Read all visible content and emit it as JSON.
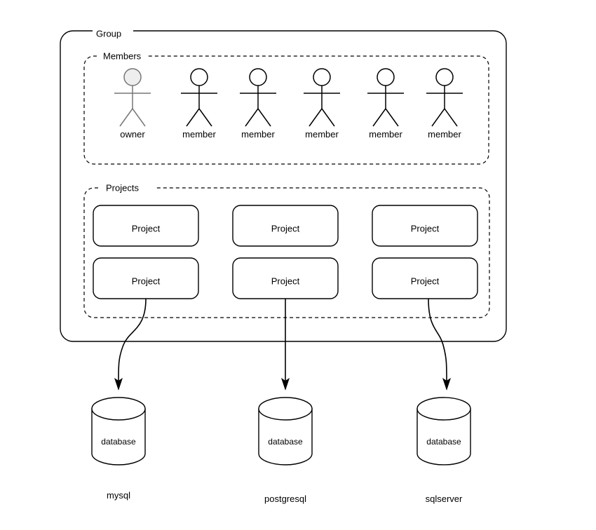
{
  "diagram": {
    "title": "Group",
    "group": {
      "label": "Group"
    },
    "members_section": {
      "label": "Members",
      "figures": [
        {
          "label": "owner",
          "role": "owner",
          "color": "#777777",
          "head_fill": "#eeeeee"
        },
        {
          "label": "member",
          "role": "member",
          "color": "#000000",
          "head_fill": "#ffffff"
        },
        {
          "label": "member",
          "role": "member",
          "color": "#000000",
          "head_fill": "#ffffff"
        },
        {
          "label": "member",
          "role": "member",
          "color": "#000000",
          "head_fill": "#ffffff"
        },
        {
          "label": "member",
          "role": "member",
          "color": "#000000",
          "head_fill": "#ffffff"
        },
        {
          "label": "member",
          "role": "member",
          "color": "#000000",
          "head_fill": "#ffffff"
        }
      ]
    },
    "projects_section": {
      "label": "Projects",
      "boxes": [
        {
          "label": "Project"
        },
        {
          "label": "Project"
        },
        {
          "label": "Project"
        },
        {
          "label": "Project"
        },
        {
          "label": "Project"
        },
        {
          "label": "Project"
        }
      ]
    },
    "databases": [
      {
        "shape_label": "database",
        "name": "mysql"
      },
      {
        "shape_label": "database",
        "name": "postgresql"
      },
      {
        "shape_label": "database",
        "name": "sqlserver"
      }
    ],
    "colors": {
      "stroke": "#000000",
      "owner_stroke": "#777777",
      "owner_head_fill": "#eeeeee",
      "background": "#ffffff"
    }
  }
}
